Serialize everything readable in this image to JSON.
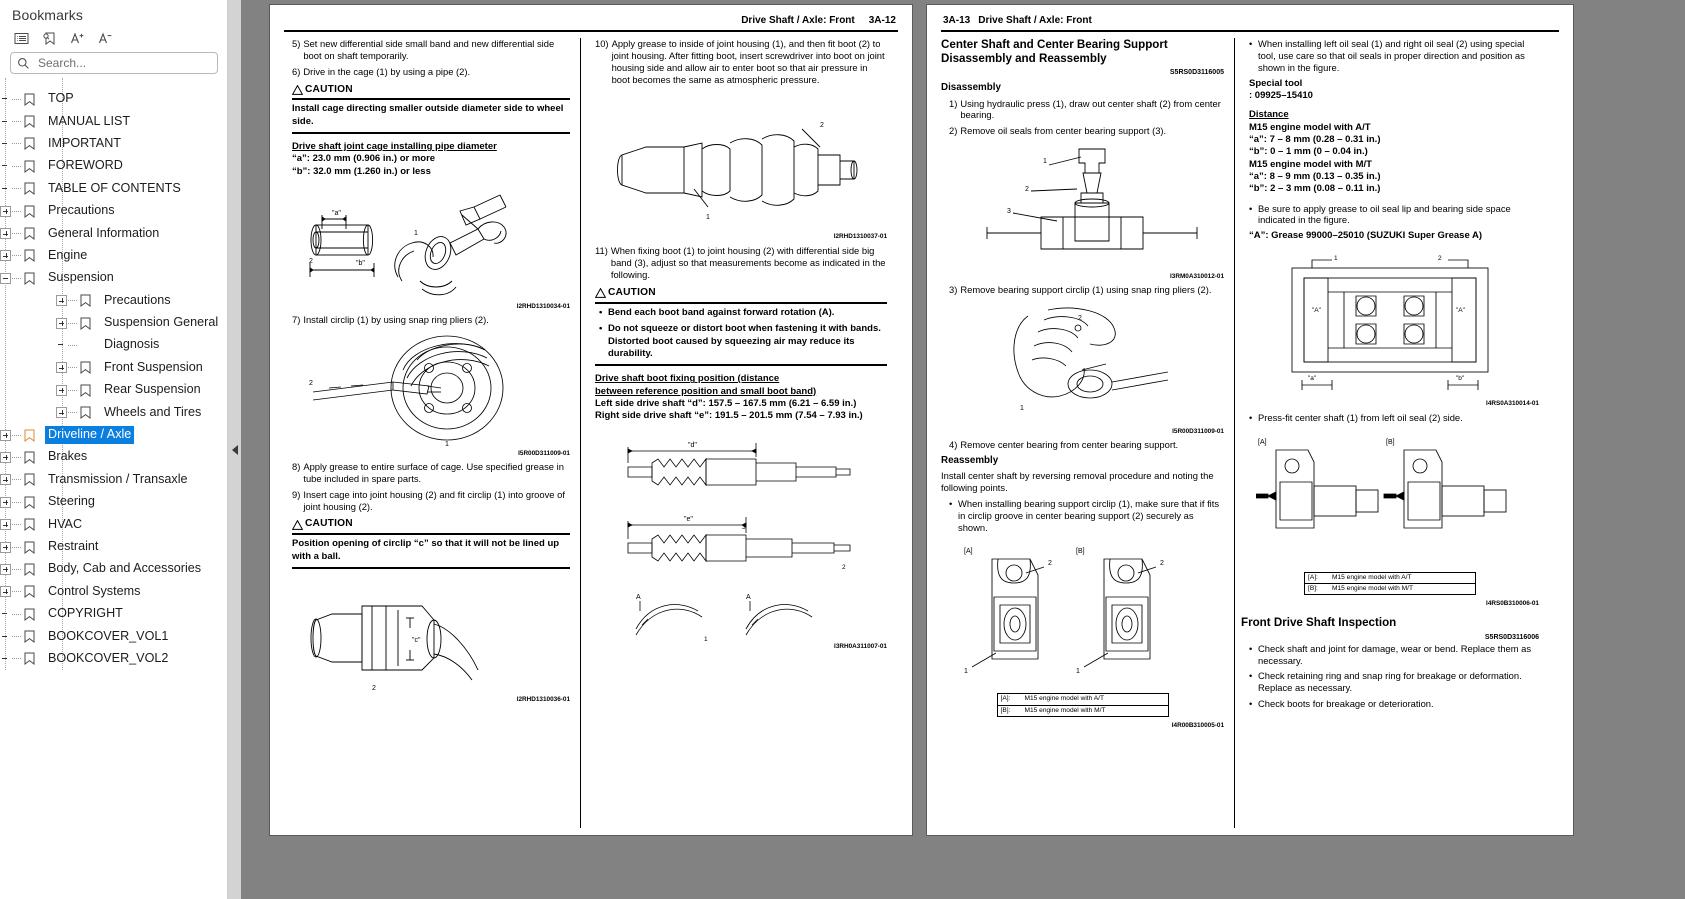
{
  "sidebar": {
    "title": "Bookmarks",
    "toolbar": [
      {
        "name": "list-view-icon",
        "label": "List view"
      },
      {
        "name": "bookmark-add-icon",
        "label": "Add bookmark"
      },
      {
        "name": "font-increase-icon",
        "label": "A+"
      },
      {
        "name": "font-decrease-icon",
        "label": "A-"
      }
    ],
    "search": {
      "placeholder": "Search...",
      "value": ""
    },
    "tree": [
      {
        "label": "TOP",
        "level": 0,
        "expander": "none"
      },
      {
        "label": "MANUAL LIST",
        "level": 0,
        "expander": "none"
      },
      {
        "label": "IMPORTANT",
        "level": 0,
        "expander": "none"
      },
      {
        "label": "FOREWORD",
        "level": 0,
        "expander": "none"
      },
      {
        "label": "TABLE OF CONTENTS",
        "level": 0,
        "expander": "none"
      },
      {
        "label": "Precautions",
        "level": 0,
        "expander": "plus"
      },
      {
        "label": "General Information",
        "level": 0,
        "expander": "plus"
      },
      {
        "label": "Engine",
        "level": 0,
        "expander": "plus"
      },
      {
        "label": "Suspension",
        "level": 0,
        "expander": "minus"
      },
      {
        "label": "Precautions",
        "level": 1,
        "expander": "plus"
      },
      {
        "label": "Suspension General",
        "level": 1,
        "expander": "plus"
      },
      {
        "label": "Diagnosis",
        "level": 1,
        "expander": "none",
        "nobookmark": true
      },
      {
        "label": "Front Suspension",
        "level": 1,
        "expander": "plus"
      },
      {
        "label": "Rear Suspension",
        "level": 1,
        "expander": "plus"
      },
      {
        "label": "Wheels and Tires",
        "level": 1,
        "expander": "plus"
      },
      {
        "label": "Driveline / Axle",
        "level": 0,
        "expander": "plus",
        "selected": true
      },
      {
        "label": "Brakes",
        "level": 0,
        "expander": "plus"
      },
      {
        "label": "Transmission / Transaxle",
        "level": 0,
        "expander": "plus"
      },
      {
        "label": "Steering",
        "level": 0,
        "expander": "plus"
      },
      {
        "label": "HVAC",
        "level": 0,
        "expander": "plus"
      },
      {
        "label": "Restraint",
        "level": 0,
        "expander": "plus"
      },
      {
        "label": "Body, Cab and Accessories",
        "level": 0,
        "expander": "plus"
      },
      {
        "label": "Control Systems",
        "level": 0,
        "expander": "plus"
      },
      {
        "label": "COPYRIGHT",
        "level": 0,
        "expander": "none"
      },
      {
        "label": "BOOKCOVER_VOL1",
        "level": 0,
        "expander": "none"
      },
      {
        "label": "BOOKCOVER_VOL2",
        "level": 0,
        "expander": "none"
      }
    ],
    "selection_color": "#0b7fe0",
    "selected_bookmark_color": "#e08a33"
  },
  "left_page": {
    "header": {
      "title": "Drive Shaft / Axle: Front",
      "page_number": "3A-12"
    },
    "col1": {
      "step5": {
        "num": "5)",
        "text": "Set new differential side small band and new differential side boot on shaft temporarily."
      },
      "step6": {
        "num": "6)",
        "text": "Drive in the cage (1) by using a pipe (2)."
      },
      "caution_label": "CAUTION",
      "caution_text": "Install cage directing smaller outside diameter side to wheel side.",
      "spec_title": "Drive shaft joint cage installing pipe diameter",
      "spec_a": "“a”: 23.0 mm (0.906 in.) or more",
      "spec_b": "“b”: 32.0 mm (1.260 in.) or less",
      "fig1_id": "I2RHD1310034-01",
      "step7": {
        "num": "7)",
        "text": "Install circlip (1) by using snap ring pliers (2)."
      },
      "fig2_id": "I5R00D311009-01",
      "step8": {
        "num": "8)",
        "text": "Apply grease to entire surface of cage. Use specified grease in tube included in spare parts."
      },
      "step9": {
        "num": "9)",
        "text": "Insert cage into joint housing (2) and fit circlip (1) into groove of joint housing (2)."
      },
      "caution2_label": "CAUTION",
      "caution2_text": "Position opening of circlip “c” so that it will not be lined up with a ball.",
      "fig3_id": "I2RHD1310036-01"
    },
    "col2": {
      "step10": {
        "num": "10)",
        "text": "Apply grease to inside of joint housing (1), and then fit boot (2) to joint housing. After fitting boot, insert screwdriver into boot on joint housing side and allow air to enter boot so that air pressure in boot becomes the same as atmospheric pressure."
      },
      "fig4_id": "I2RHD1310037-01",
      "step11": {
        "num": "11)",
        "text": "When fixing boot (1) to joint housing (2) with differential side big band (3), adjust so that measurements become as indicated in the following."
      },
      "caution_label": "CAUTION",
      "caution_b1": "Bend each boot band against forward rotation (A).",
      "caution_b2": "Do not squeeze or distort boot when fastening it with bands. Distorted boot caused by squeezing air may reduce its durability.",
      "spec_title1": "Drive shaft boot fixing position (distance",
      "spec_title2": "between reference position and small boot band)",
      "spec_left": "Left side drive shaft “d”: 157.5 – 167.5 mm (6.21 – 6.59 in.)",
      "spec_right": "Right side drive shaft “e”: 191.5 – 201.5 mm (7.54 – 7.93 in.)",
      "fig5_id": "I3RH0A311007-01"
    }
  },
  "right_page": {
    "header": {
      "page_number": "3A-13",
      "title": "Drive Shaft / Axle: Front"
    },
    "col1": {
      "section_title": "Center Shaft and Center Bearing Support Disassembly and Reassembly",
      "section_code": "S5RS0D3116005",
      "sub1": "Disassembly",
      "step1": {
        "num": "1)",
        "text": "Using hydraulic press (1), draw out center shaft (2) from center bearing."
      },
      "step2": {
        "num": "2)",
        "text": "Remove oil seals from center bearing support (3)."
      },
      "fig1_id": "I3RM0A310012-01",
      "step3": {
        "num": "3)",
        "text": "Remove bearing support circlip (1) using snap ring pliers (2)."
      },
      "fig2_id": "I5R00D311009-01",
      "step4": {
        "num": "4)",
        "text": "Remove center bearing from center bearing support."
      },
      "sub2": "Reassembly",
      "reassembly_intro": "Install center shaft by reversing removal procedure and noting the following points.",
      "bullet1": "When installing bearing support circlip (1), make sure that if fits in circlip groove in center bearing support (2) securely as shown.",
      "fig3_label_a": "[A]",
      "fig3_label_b": "[B]",
      "fig3_id": "I4R00B310005-01",
      "legend": [
        {
          "key": "[A]:",
          "value": "M15 engine model with A/T"
        },
        {
          "key": "[B]:",
          "value": "M15 engine model with M/T"
        }
      ]
    },
    "col2": {
      "bullet1": "When installing left oil seal (1) and right oil seal (2) using special tool, use care so that oil seals in proper direction and position as shown in the figure.",
      "special_tool_label": "Special tool",
      "special_tool_value": ": 09925–15410",
      "distance_label": "Distance",
      "dist_at_model": "M15 engine model with A/T",
      "dist_at_a": "“a”: 7 – 8 mm (0.28 – 0.31 in.)",
      "dist_at_b": "“b”: 0 – 1 mm (0 – 0.04 in.)",
      "dist_mt_model": "M15 engine model with M/T",
      "dist_mt_a": "“a”: 8 – 9 mm (0.13 – 0.35 in.)",
      "dist_mt_b": "“b”: 2 – 3 mm (0.08 – 0.11 in.)",
      "bullet2": "Be sure to apply grease to oil seal lip and bearing side space indicated in the figure.",
      "grease_spec": "“A”:  Grease 99000–25010 (SUZUKI Super Grease A)",
      "fig1_id": "I4RS0A310014-01",
      "bullet3": "Press-fit center shaft (1) from left oil seal (2) side.",
      "fig2_label_a": "[A]",
      "fig2_label_b": "[B]",
      "fig2_id": "I4RS0B310006-01",
      "legend": [
        {
          "key": "[A]:",
          "value": "M15 engine model with A/T"
        },
        {
          "key": "[B]:",
          "value": "M15 engine model with M/T"
        }
      ],
      "inspection_title": "Front Drive Shaft Inspection",
      "inspection_code": "S5RS0D3116006",
      "insp_b1": "Check shaft and joint for damage, wear or bend. Replace them as necessary.",
      "insp_b2": "Check retaining ring and snap ring for breakage or deformation. Replace as necessary.",
      "insp_b3": "Check boots for breakage or deterioration."
    }
  }
}
